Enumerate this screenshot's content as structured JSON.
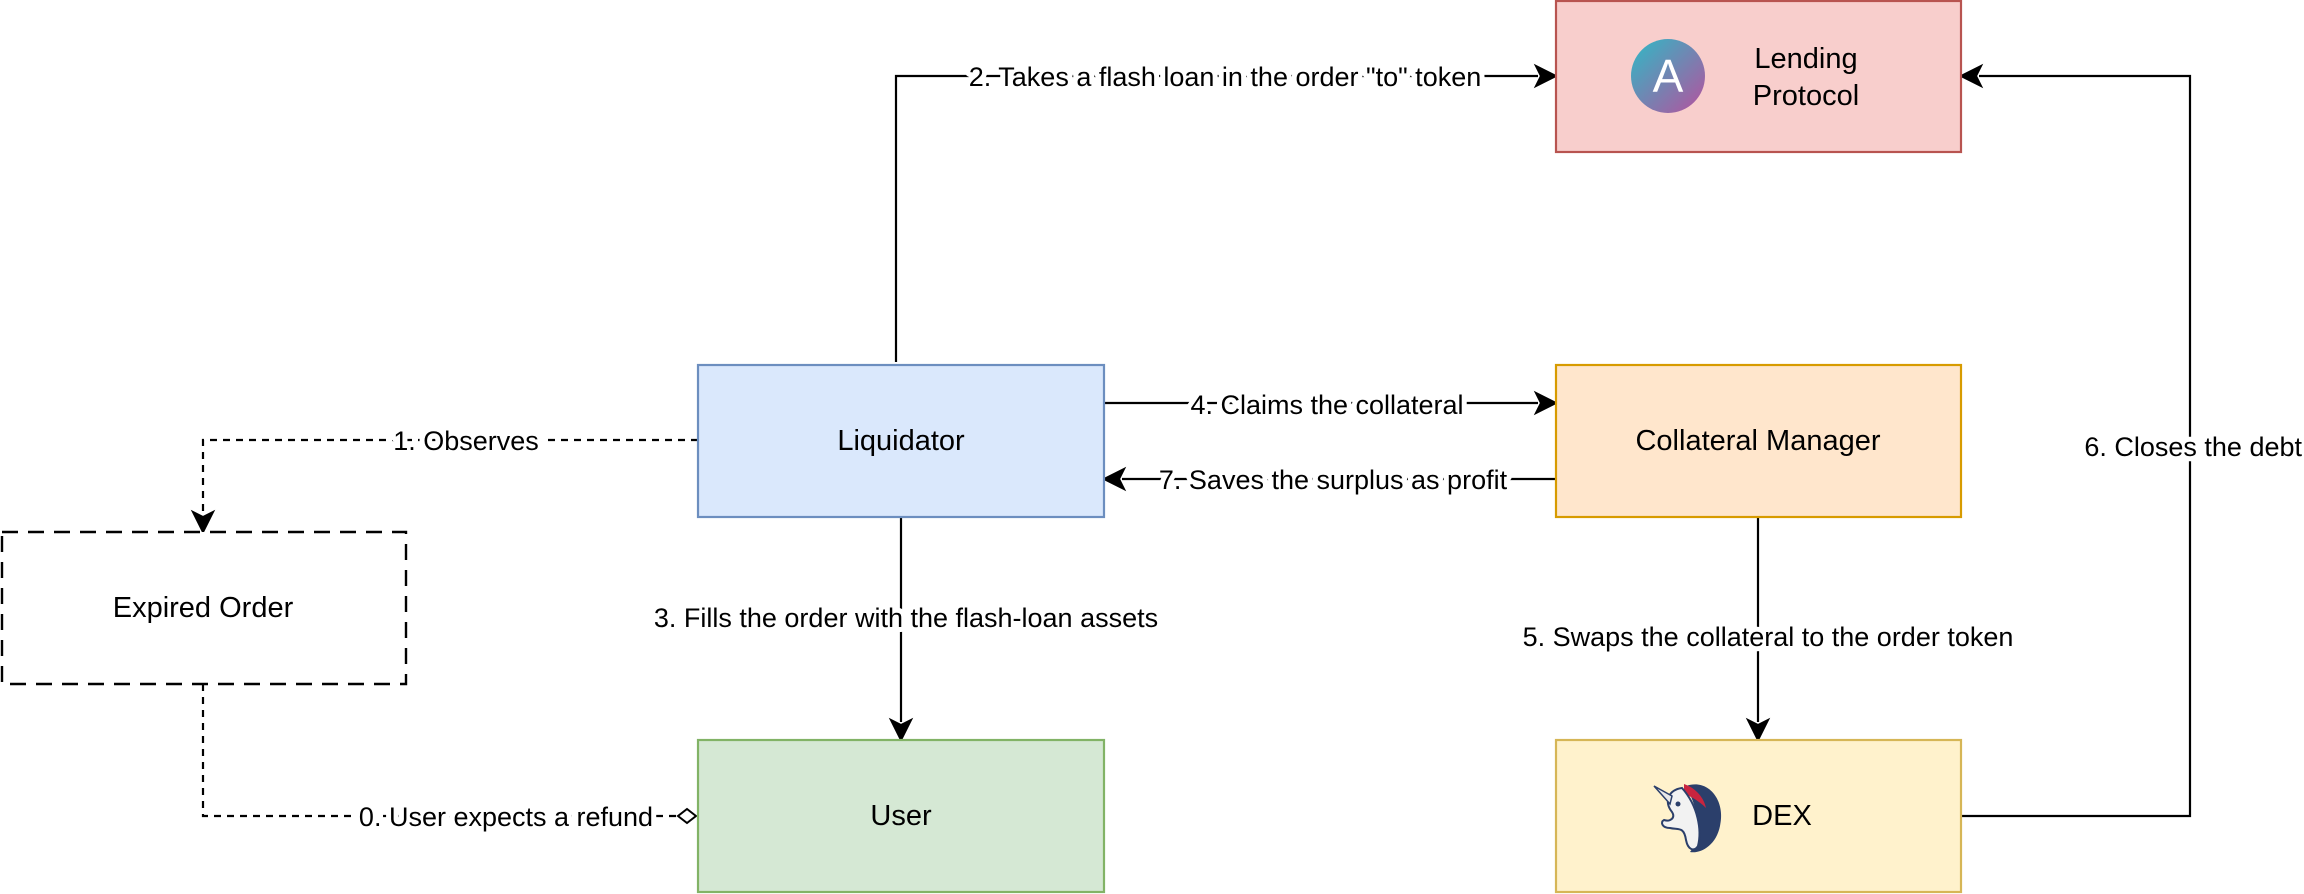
{
  "colors": {
    "lending_fill": "#f8cecc",
    "lending_stroke": "#b85450",
    "liquidator_fill": "#dae8fc",
    "liquidator_stroke": "#6c8ebf",
    "collateral_fill": "#ffe6cc",
    "collateral_stroke": "#d79b00",
    "user_fill": "#d5e8d4",
    "user_stroke": "#82b366",
    "dex_fill": "#fff2cc",
    "dex_stroke": "#d6b656",
    "edge": "#000000",
    "aave_gradient_start": "#2ebac6",
    "aave_gradient_end": "#b6509e"
  },
  "nodes": {
    "lending_protocol": {
      "line1": "Lending",
      "line2": "Protocol",
      "logo_icon": "aave-ghost-logo-icon",
      "logo_glyph": "A"
    },
    "liquidator": {
      "label": "Liquidator"
    },
    "collateral_manager": {
      "label": "Collateral Manager"
    },
    "expired_order": {
      "label": "Expired Order"
    },
    "user": {
      "label": "User"
    },
    "dex": {
      "label": "DEX",
      "logo_icon": "uniswap-unicorn-logo-icon"
    }
  },
  "edges": {
    "e0": {
      "label": "0. User expects a refund",
      "style": "dashed"
    },
    "e1": {
      "label": "1. Observes",
      "style": "dashed"
    },
    "e2": {
      "label": "2. Takes a flash loan in the order \"to\" token",
      "style": "solid"
    },
    "e3": {
      "label": "3. Fills the order with the flash-loan assets",
      "style": "solid"
    },
    "e4": {
      "label": "4. Claims the collateral",
      "style": "solid"
    },
    "e5": {
      "label": "5. Swaps the collateral to the order token",
      "style": "solid"
    },
    "e6": {
      "label": "6. Closes the debt",
      "style": "solid"
    },
    "e7": {
      "label": "7. Saves the surplus as profit",
      "style": "solid"
    }
  }
}
